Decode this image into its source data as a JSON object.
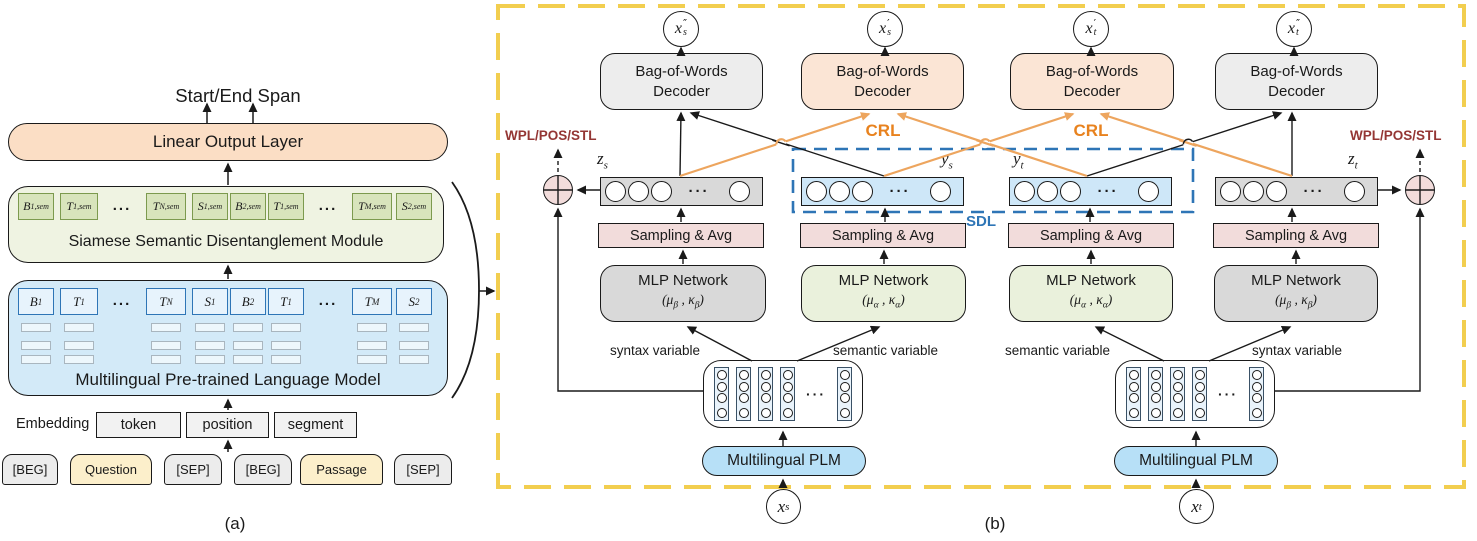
{
  "panel_a": {
    "caption": "(a)",
    "span_label": "Start/End Span",
    "linear_layer_label": "Linear Output Layer",
    "ellipsis": "...",
    "siamese": {
      "label": "Siamese Semantic Disentanglement Module",
      "tokens": [
        {
          "m": "B",
          "s": "1,sem"
        },
        {
          "m": "T",
          "s": "1,sem"
        },
        {
          "m": "T",
          "s": "N,sem"
        },
        {
          "m": "S",
          "s": "1,sem"
        },
        {
          "m": "B",
          "s": "2,sem"
        },
        {
          "m": "T",
          "s": "1,sem"
        },
        {
          "m": "T",
          "s": "M,sem"
        },
        {
          "m": "S",
          "s": "2,sem"
        }
      ]
    },
    "plm": {
      "label": "Multilingual Pre-trained Language Model",
      "tokens": [
        {
          "m": "B",
          "s": "1"
        },
        {
          "m": "T",
          "s": "1"
        },
        {
          "m": "T",
          "s": "N"
        },
        {
          "m": "S",
          "s": "1"
        },
        {
          "m": "B",
          "s": "2"
        },
        {
          "m": "T",
          "s": "1"
        },
        {
          "m": "T",
          "s": "M"
        },
        {
          "m": "S",
          "s": "2"
        }
      ]
    },
    "embedding_label": "Embedding",
    "embedding_boxes": [
      "token",
      "position",
      "segment"
    ],
    "input_tokens": [
      "[BEG]",
      "Question",
      "[SEP]",
      "[BEG]",
      "Passage",
      "[SEP]"
    ]
  },
  "panel_b": {
    "caption": "(b)",
    "ellipsis": "···",
    "wpl_left": "WPL/POS/STL",
    "wpl_right": "WPL/POS/STL",
    "crl_left": "CRL",
    "crl_right": "CRL",
    "sdl": "SDL",
    "outputs": [
      {
        "m": "x",
        "p": "″",
        "s": "s"
      },
      {
        "m": "x",
        "p": "′",
        "s": "s"
      },
      {
        "m": "x",
        "p": "′",
        "s": "t"
      },
      {
        "m": "x",
        "p": "″",
        "s": "t"
      }
    ],
    "decoder": {
      "l1": "Bag-of-Words",
      "l2": "Decoder"
    },
    "latents": [
      {
        "m": "z",
        "s": "s"
      },
      {
        "m": "y",
        "s": "s"
      },
      {
        "m": "y",
        "s": "t"
      },
      {
        "m": "z",
        "s": "t"
      }
    ],
    "sampling_label": "Sampling & Avg",
    "mlp_title": "MLP Network",
    "mlp_beta": {
      "a": "(μ",
      "s1": "β",
      "b": " , κ",
      "s2": "β",
      "c": ")"
    },
    "mlp_alpha": {
      "a": "(μ",
      "s1": "α",
      "b": " , κ",
      "s2": "α",
      "c": ")"
    },
    "syntax_label": "syntax variable",
    "semantic_label": "semantic variable",
    "plm_label": "Multilingual PLM",
    "inputs": [
      {
        "m": "x",
        "s": "s"
      },
      {
        "m": "x",
        "s": "t"
      }
    ],
    "colors": {
      "outer_border": "#F2CE4F",
      "sdl_blue": "#2E75B6",
      "crl_orange": "#E8821E",
      "line_orange": "#EDA55E",
      "wpl_red": "#943634",
      "peach": "#FBE5D5",
      "gray": "#D9D9D9",
      "pink": "#F2DCDB",
      "green": "#EAF1DC",
      "blue": "#CEE7F8"
    }
  }
}
